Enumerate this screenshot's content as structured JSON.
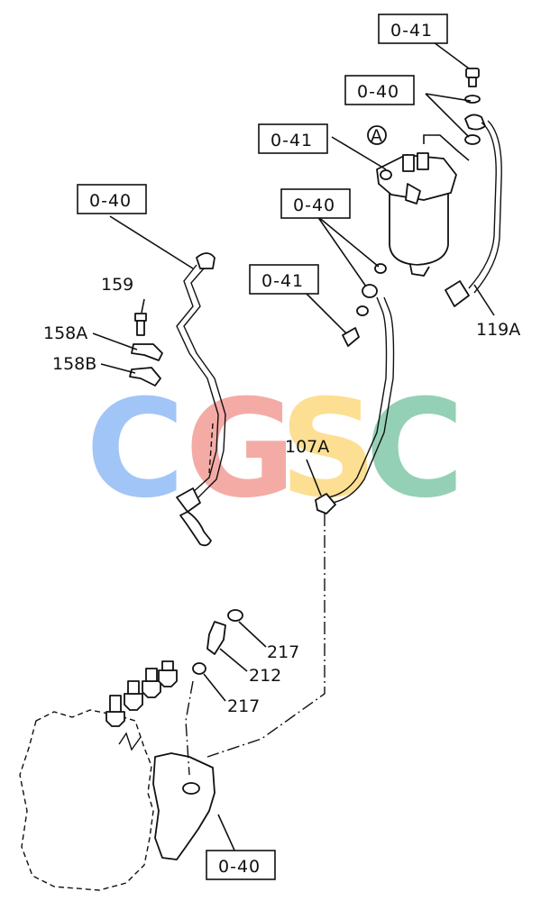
{
  "watermark": {
    "letters": [
      "C",
      "G",
      "S",
      "C"
    ],
    "colors": [
      "#7fb0f5",
      "#f08c84",
      "#fdd36a",
      "#6bbf99"
    ]
  },
  "labels": {
    "box_top_041": "0-41",
    "box_top_040": "0-40",
    "box_filter_041": "0-41",
    "box_left_040": "0-40",
    "box_mid_040": "0-40",
    "box_mid_041": "0-41",
    "box_bottom_040": "0-40",
    "circle_a": "A",
    "p159": "159",
    "p158a": "158A",
    "p158b": "158B",
    "p119a": "119A",
    "p107a": "107A",
    "p217_top": "217",
    "p212": "212",
    "p217_bottom": "217"
  }
}
